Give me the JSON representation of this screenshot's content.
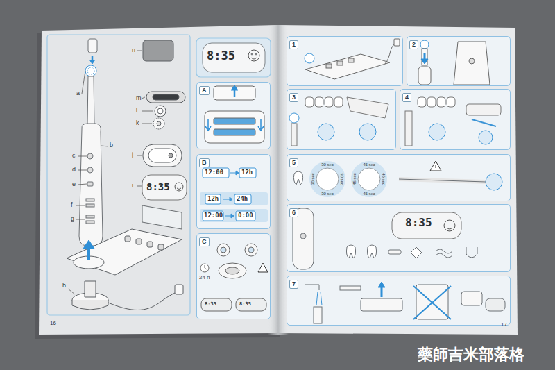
{
  "diagram": {
    "nodes": [
      {
        "text": [
          "A"
        ]
      },
      {
        "text": [
          "B"
        ]
      },
      {
        "text": [
          "C"
        ]
      },
      {
        "text": [
          "1"
        ]
      },
      {
        "text": [
          "2"
        ]
      },
      {
        "text": [
          "3"
        ]
      },
      {
        "text": [
          "4"
        ]
      },
      {
        "text": [
          "5"
        ]
      },
      {
        "text": [
          "6"
        ]
      },
      {
        "text": [
          "7"
        ]
      }
    ],
    "labels": [
      "a",
      "b",
      "c",
      "d",
      "e",
      "f",
      "g",
      "h",
      "i",
      "j",
      "k",
      "l",
      "m",
      "n",
      "8:35",
      "8:35",
      "12:00",
      "12h",
      "12h",
      "24h",
      "12:00",
      "0:00",
      "24 h",
      "8:35",
      "8:35",
      "8:35",
      "30 sec",
      "30 sec",
      "30 sec",
      "30 sec",
      "45 sec",
      "45 sec",
      "45 sec",
      "45 sec",
      "16",
      "17",
      "藥師吉米部落格"
    ]
  }
}
